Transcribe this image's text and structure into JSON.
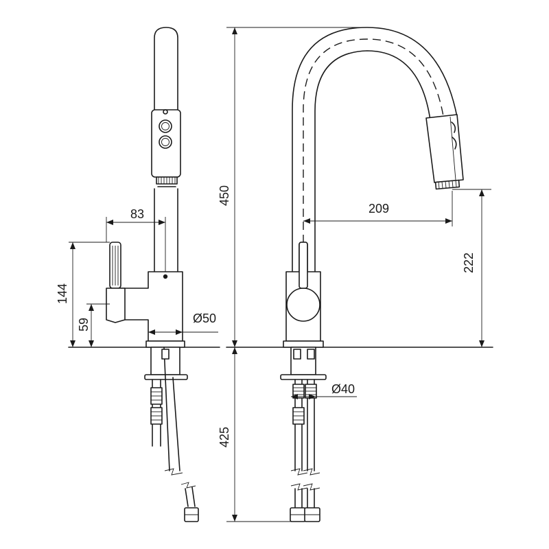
{
  "dimensions": {
    "handle_offset": "83",
    "lever_height": "144",
    "lever_axis_height": "59",
    "base_diameter": "Ø50",
    "total_height": "450",
    "spout_reach": "209",
    "spout_outlet_height": "222",
    "mounting_diameter": "Ø40",
    "below_deck_length": "425"
  }
}
